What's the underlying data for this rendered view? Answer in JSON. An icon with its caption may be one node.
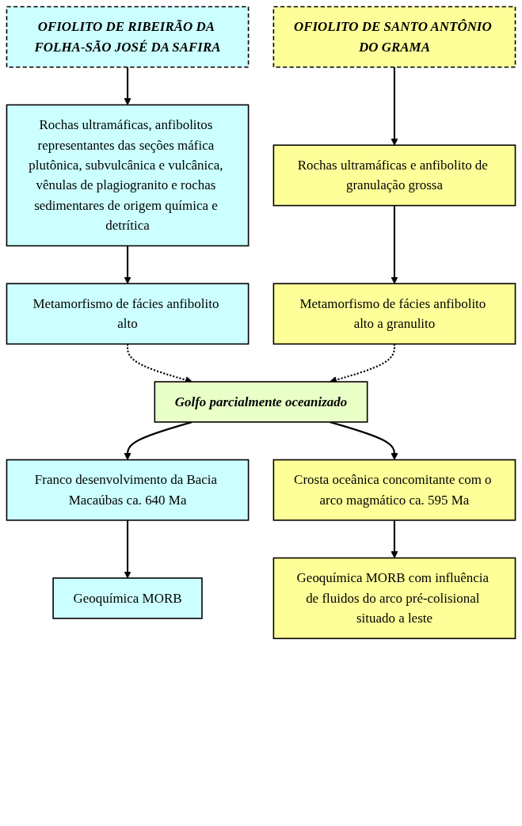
{
  "diagram": {
    "nodes": [
      {
        "text": [
          "OFIOLITO DE RIBEIRÃO DA FOLHA-SÃO JOSÉ DA SAFIRA"
        ]
      },
      {
        "text": [
          "OFIOLITO DE SANTO ANTÔNIO DO GRAMA"
        ]
      },
      {
        "text": [
          "Rochas ultramáficas, anfibolitos representantes das seções máfica plutônica, subvulcânica e vulcânica, vênulas de plagiogranito e rochas sedimentares de origem química e detrítica"
        ]
      },
      {
        "text": [
          "Rochas ultramáficas e anfibolito de granulação grossa"
        ]
      },
      {
        "text": [
          "Metamorfismo de fácies anfibolito alto"
        ]
      },
      {
        "text": [
          "Metamorfismo de fácies anfibolito alto a granulito"
        ]
      },
      {
        "text": [
          "Golfo parcialmente oceanizado"
        ]
      },
      {
        "text": [
          "Franco desenvolvimento da Bacia Macaúbas ca. 640 Ma"
        ]
      },
      {
        "text": [
          "Crosta oceânica concomitante com o arco magmático ca. 595 Ma"
        ]
      },
      {
        "text": [
          "Geoquímica MORB"
        ]
      },
      {
        "text": [
          "Geoquímica MORB com influência de fluidos do arco pré-colisional situado a leste"
        ]
      }
    ],
    "edges": [
      {
        "from": 0,
        "to": 2,
        "arrow": "to"
      },
      {
        "from": 1,
        "to": 3,
        "arrow": "to"
      },
      {
        "from": 2,
        "to": 4,
        "arrow": "to"
      },
      {
        "from": 3,
        "to": 5,
        "arrow": "to"
      },
      {
        "from": 4,
        "to": 6,
        "arrow": "to",
        "style": "dashed"
      },
      {
        "from": 5,
        "to": 6,
        "arrow": "to",
        "style": "dashed"
      },
      {
        "from": 6,
        "to": 7,
        "arrow": "to"
      },
      {
        "from": 6,
        "to": 8,
        "arrow": "to"
      },
      {
        "from": 7,
        "to": 9,
        "arrow": "to"
      },
      {
        "from": 8,
        "to": 10,
        "arrow": "to"
      }
    ]
  }
}
